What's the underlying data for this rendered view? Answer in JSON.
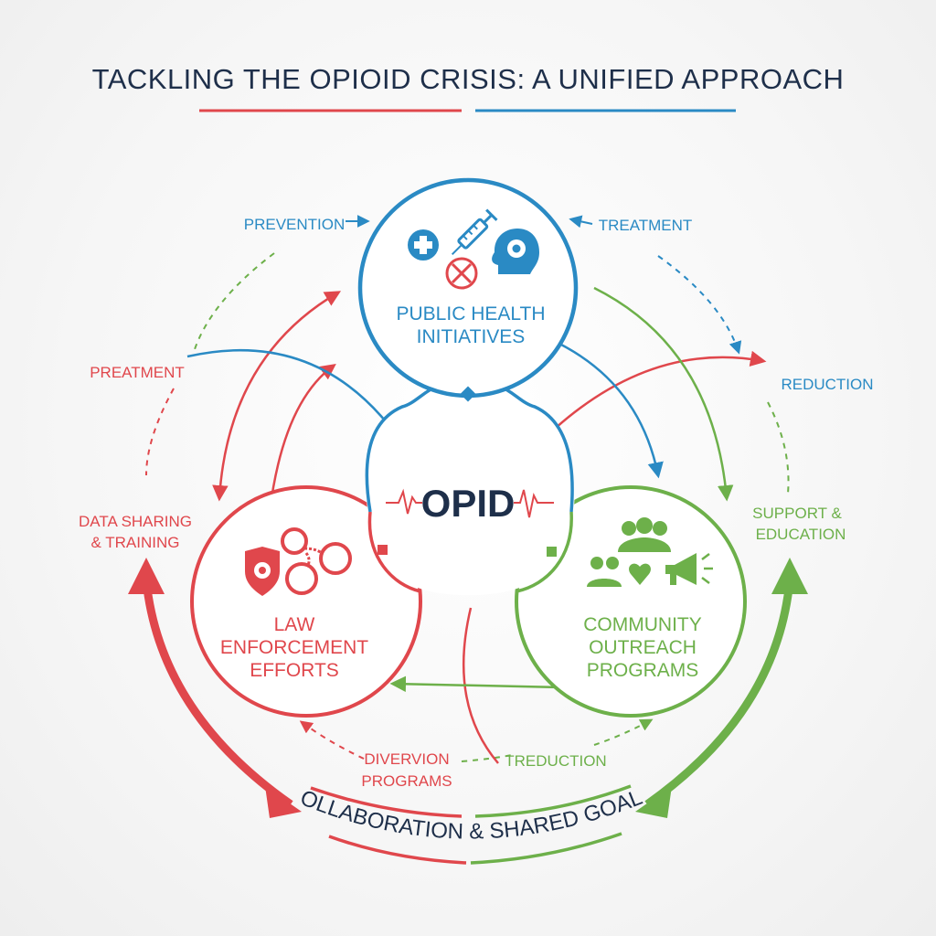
{
  "title": "TACKLING THE OPIOID CRISIS: A UNIFIED APPROACH",
  "colors": {
    "navy": "#1e2f4a",
    "blue": "#2a8ac4",
    "red": "#e0474c",
    "green": "#6db04a",
    "background": "#f6f6f6"
  },
  "center": {
    "label": "OPID"
  },
  "nodes": {
    "public_health": {
      "line1": "PUBLIC HEALTH",
      "line2": "INITIATIVES"
    },
    "law_enforcement": {
      "line1": "LAW",
      "line2": "ENFORCEMENT",
      "line3": "EFFORTS"
    },
    "community": {
      "line1": "COMMUNITY",
      "line2": "OUTREACH",
      "line3": "PROGRAMS"
    }
  },
  "labels": {
    "prevention": "PREVENTION",
    "treatment": "TREATMENT",
    "preatment": "PREATMENT",
    "reduction": "REDUCTION",
    "data_sharing_1": "DATA SHARING",
    "data_sharing_2": "& TRAINING",
    "support_1": "SUPPORT &",
    "support_2": "EDUCATION",
    "divervion_1": "DIVERVION",
    "divervion_2": "PROGRAMS",
    "treduction": "TREDUCTION"
  },
  "banner": "COLLABORATION & SHARED GOALS",
  "icons": {
    "public_health": [
      "medical-cross-icon",
      "syringe-icon",
      "prohibited-pill-icon",
      "head-gear-icon"
    ],
    "law_enforcement": [
      "police-badge-icon",
      "handcuffs-icon"
    ],
    "community": [
      "group-people-icon",
      "people-heart-icon",
      "megaphone-icon"
    ]
  }
}
